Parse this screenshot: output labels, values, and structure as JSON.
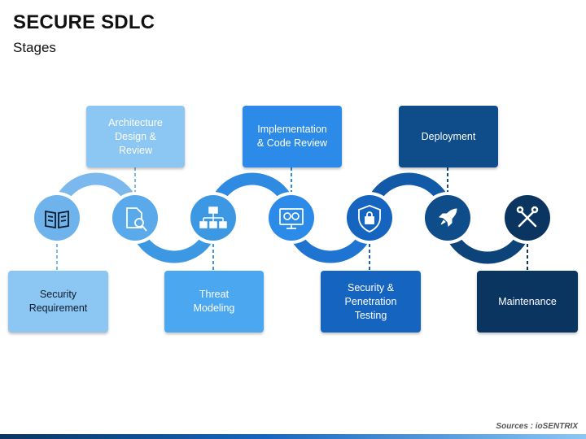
{
  "title": "SECURE SDLC",
  "subtitle": "Stages",
  "stages": [
    {
      "label": "Security\nRequirement",
      "icon": "book-icon",
      "color": "#8cc6f3"
    },
    {
      "label": "Architecture\nDesign &\nReview",
      "icon": "document-search-icon",
      "color": "#8cc6f3"
    },
    {
      "label": "Threat\nModeling",
      "icon": "hierarchy-icon",
      "color": "#4ba7ef"
    },
    {
      "label": "Implementation\n& Code Review",
      "icon": "code-review-icon",
      "color": "#2c8ae8"
    },
    {
      "label": "Security &\nPenetration\nTesting",
      "icon": "shield-lock-icon",
      "color": "#1565c0"
    },
    {
      "label": "Deployment",
      "icon": "rocket-icon",
      "color": "#0f4c8a"
    },
    {
      "label": "Maintenance",
      "icon": "tools-icon",
      "color": "#0a3560"
    }
  ],
  "source": "Sources : ioSENTRIX"
}
